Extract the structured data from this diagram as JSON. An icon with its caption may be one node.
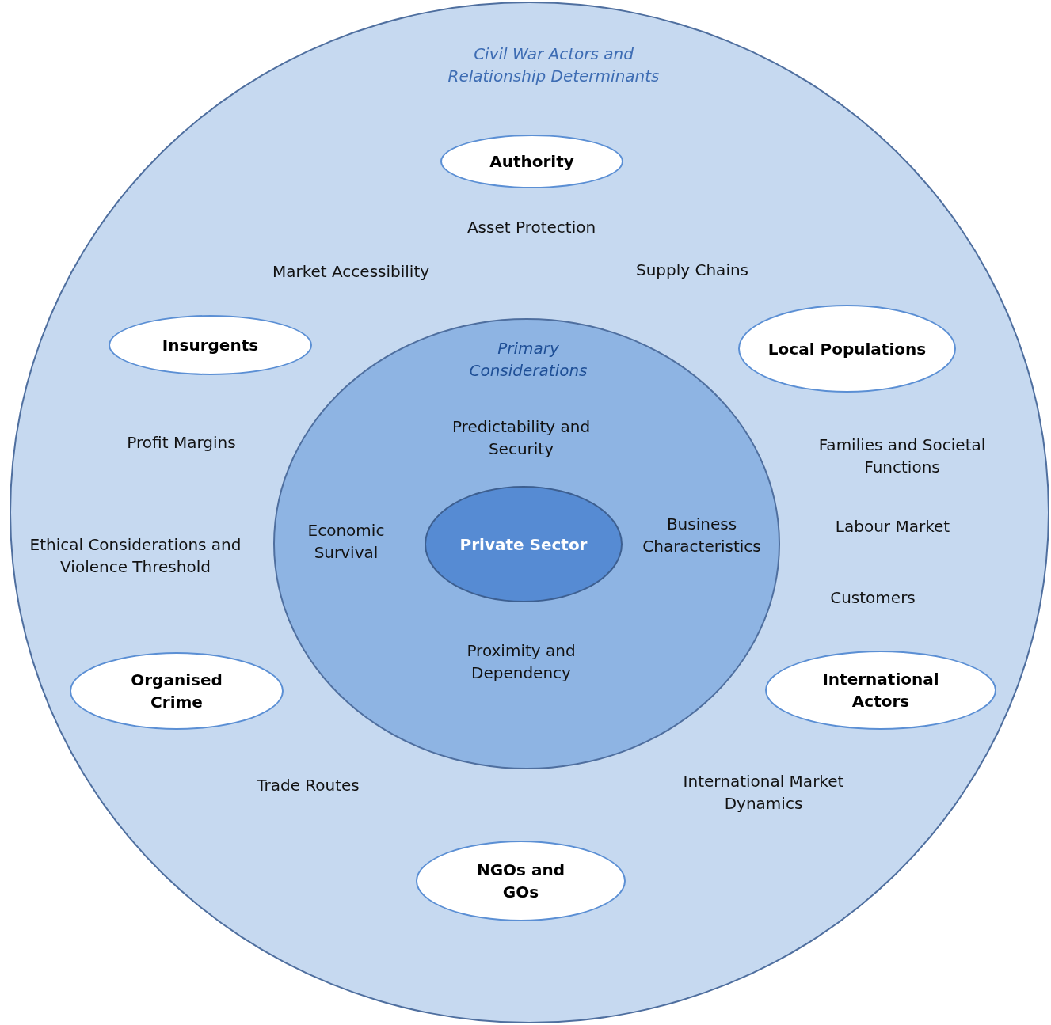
{
  "diagram": {
    "nodes": [
      {
        "text": [
          "Civil War Actors and Relationship Determinants"
        ]
      },
      {
        "text": [
          "Authority"
        ],
        "in": 0
      },
      {
        "text": [
          "Insurgents"
        ],
        "in": 0
      },
      {
        "text": [
          "Local Populations"
        ],
        "in": 0
      },
      {
        "text": [
          "Primary Considerations"
        ],
        "in": 0
      },
      {
        "text": [
          "Private Sector"
        ],
        "in": 4
      },
      {
        "text": [
          "Organised Crime"
        ],
        "in": 0
      },
      {
        "text": [
          "International Actors"
        ],
        "in": 0
      },
      {
        "text": [
          "NGOs and GOs"
        ],
        "in": 0
      }
    ],
    "edges": [],
    "labels": [
      "Asset Protection",
      "Supply Chains",
      "Market Accessibility",
      "Predictability and Security",
      "Profit Margins",
      "Families and Societal Functions",
      "Business Characteristics",
      "Labour Market",
      "Economic Survival",
      "Ethical Considerations and Violence Threshold",
      "Customers",
      "Proximity and Dependency",
      "International Market Dynamics",
      "Trade Routes"
    ]
  }
}
